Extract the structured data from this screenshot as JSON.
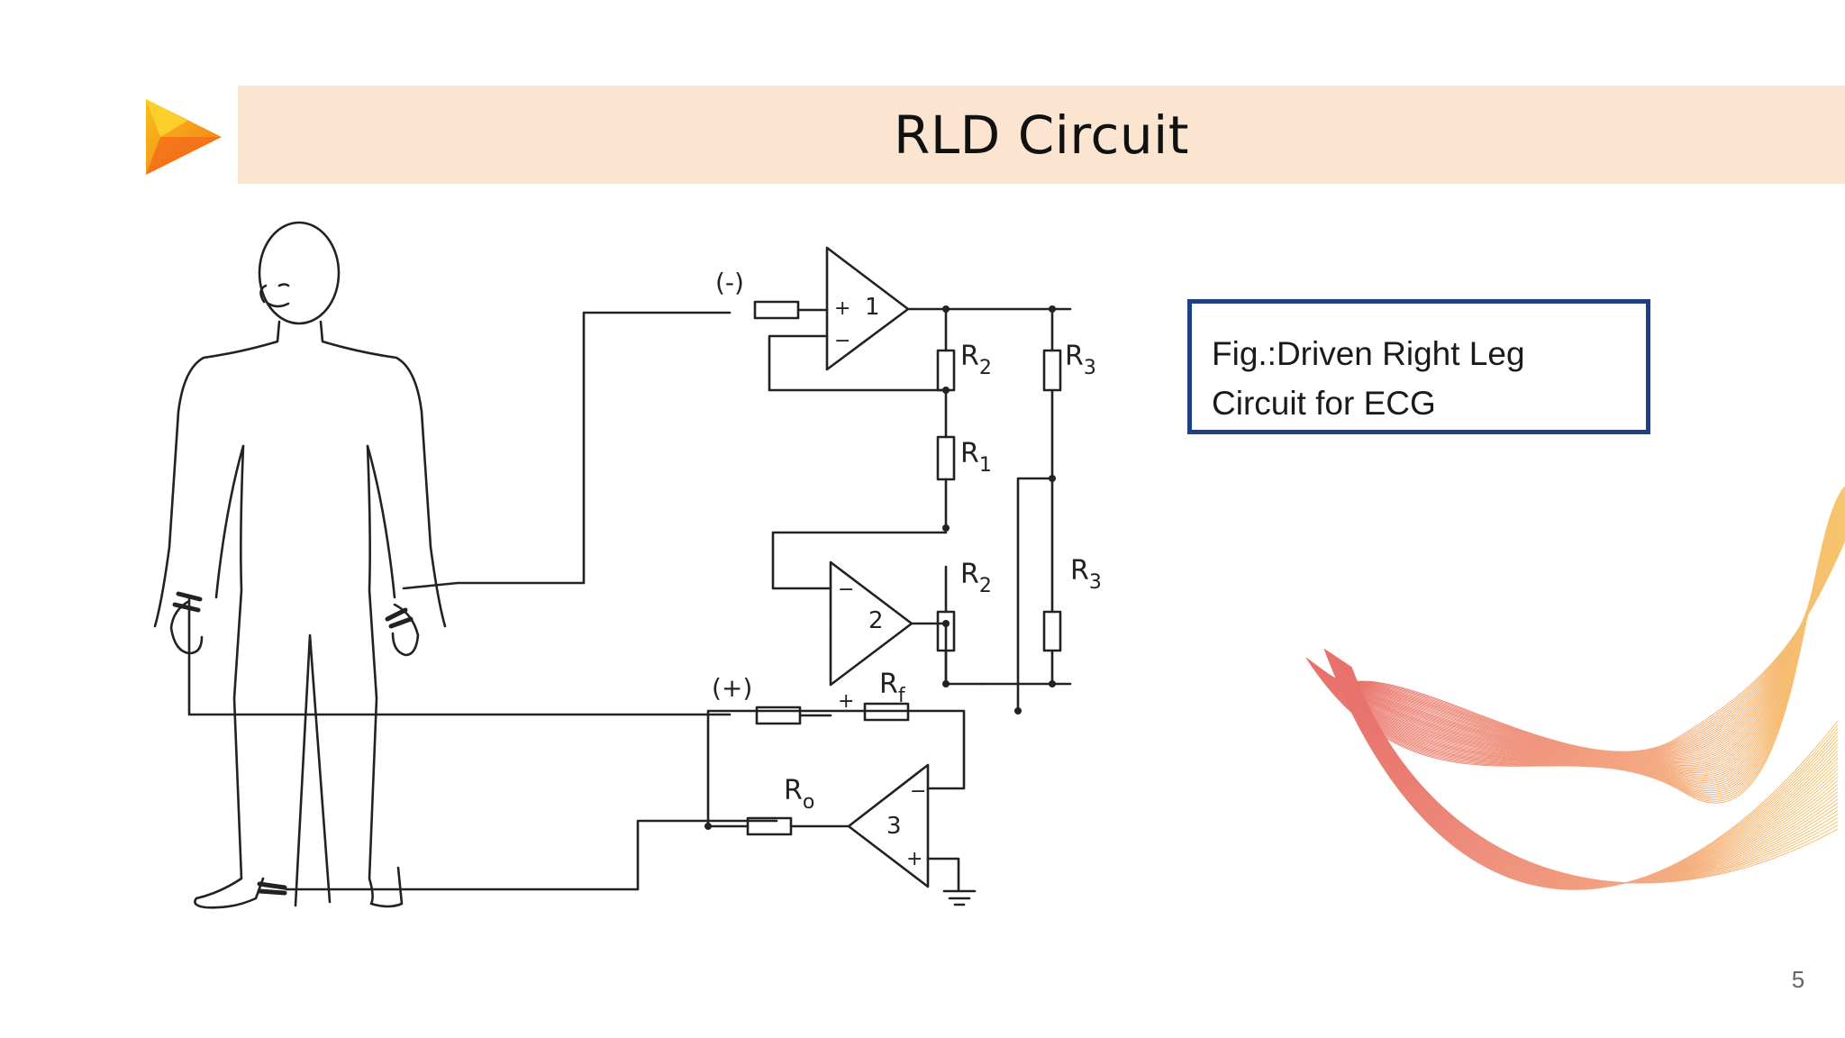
{
  "slide": {
    "title": "RLD Circuit",
    "page_number": "5"
  },
  "caption": {
    "line1": "Fig.:Driven Right Leg",
    "line2": "Circuit for ECG"
  },
  "diagram": {
    "labels": {
      "minus_input": "(-)",
      "plus_input": "(+)",
      "amp1": "1",
      "amp2": "2",
      "amp3": "3",
      "r1": "R",
      "r1_sub": "1",
      "r2a": "R",
      "r2a_sub": "2",
      "r2b": "R",
      "r2b_sub": "2",
      "r3a": "R",
      "r3a_sub": "3",
      "r3b": "R",
      "r3b_sub": "3",
      "rf": "R",
      "rf_sub": "f",
      "ro": "R",
      "ro_sub": "o",
      "plus_sign": "+",
      "minus_sign": "−"
    }
  },
  "colors": {
    "title_bar": "#fbe5d0",
    "caption_border": "#1f3f87",
    "logo_orange": "#f08a1c",
    "logo_yellow": "#f9c11a"
  }
}
